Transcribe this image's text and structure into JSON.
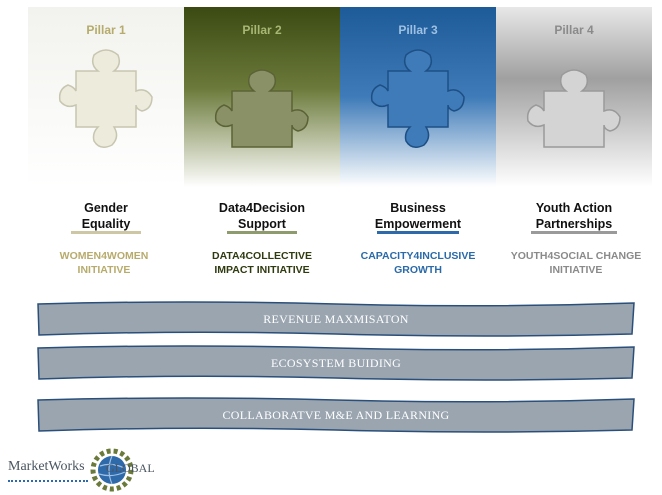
{
  "pillars": [
    {
      "title": "Pillar 1",
      "name_line1": "Gender",
      "name_line2": "Equality",
      "initiative_line1": "WOMEN4WOMEN",
      "initiative_line2": "INITIATIVE",
      "color": "#b5ab6c",
      "puzzle_color": "#ecebdc",
      "underline": "#cdc7a3",
      "initiative_color": "#b7ab6c"
    },
    {
      "title": "Pillar 2",
      "name_line1": "Data4Decision",
      "name_line2": "Support",
      "initiative_line1": "DATA4COLLECTIVE",
      "initiative_line2": "IMPACT INITIATIVE",
      "color": "#3f4f16",
      "puzzle_color": "#8a9166",
      "underline": "#8e9b6c",
      "initiative_color": "#2f3a10"
    },
    {
      "title": "Pillar 3",
      "name_line1": "Business",
      "name_line2": "Empowerment",
      "initiative_line1": "CAPACITY4INCLUSIVE",
      "initiative_line2": "GROWTH",
      "color": "#1d5a98",
      "puzzle_color": "#3f7bb8",
      "underline": "#2e69aa",
      "initiative_color": "#2a6aa8"
    },
    {
      "title": "Pillar 4",
      "name_line1": "Youth Action",
      "name_line2": "Partnerships",
      "initiative_line1": "YOUTH4SOCIAL CHANGE",
      "initiative_line2": "INITIATIVE",
      "color": "#7a7a7a",
      "puzzle_color": "#cfcfcf",
      "underline": "#9a9a9a",
      "initiative_color": "#8a8a8a"
    }
  ],
  "bands": [
    {
      "label": "REVENUE MAXMISATON"
    },
    {
      "label": "ECOSYSTEM BUIDING"
    },
    {
      "label": "COLLABORATVE M&E AND LEARNING"
    }
  ],
  "logo": {
    "text": "MarketWorks",
    "text2": "GLOBAL",
    "icon": "gear-globe-icon"
  },
  "colors": {
    "band_fill": "#9aa5b0",
    "band_stroke": "#2a4f7a"
  }
}
